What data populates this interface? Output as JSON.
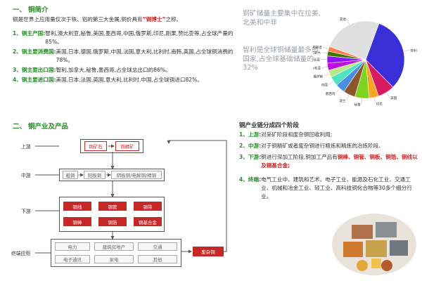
{
  "section1": {
    "num": "一、",
    "title": "铜简介"
  },
  "intro": {
    "before": "铜是世界上应用量仅次于铁、铝的第三大金属,铜价具有",
    "highlight": "“铜博士”",
    "after": "之称。"
  },
  "facts": [
    {
      "label": "1、铜主产国:",
      "text": "智利,澳大利亚,秘鲁,美国,墨西哥,中国,俄罗斯,印尼,刚果,赞比亚等,占全球产量的85%。"
    },
    {
      "label": "2、铜主要消费国:",
      "text": "美国,日本,德国,俄罗斯,中国,法国,意大利,比利时,南韩,英国,占全球铜消费的78%。"
    },
    {
      "label": "3、铜主要出口国:",
      "text": "智利,加拿大,秘鲁,墨西哥,占全球总出口的86%。"
    },
    {
      "label": "4、铜主要进口国:",
      "text": "美国,日本,法国,英国,意大利,比利时,中国,占全球铜进口82%。"
    }
  ],
  "pie_text": {
    "title": "铜矿储量主要集中在拉美,北美和中非",
    "sub": "智利是全球铜储量最多的国家,占全球基础储量的32%"
  },
  "chart_data": {
    "type": "pie",
    "title": "",
    "labels": [
      "智利",
      "美国",
      "印尼",
      "秘鲁",
      "波兰",
      "墨西哥",
      "中国",
      "俄罗斯",
      "澳大利亚",
      "赞比亚",
      "加拿大",
      "哈萨克斯坦",
      "其他"
    ],
    "values": [
      32,
      7,
      4,
      6,
      5,
      4,
      4,
      3,
      3,
      3,
      2,
      2,
      25
    ],
    "colors": [
      "#3a2fd6",
      "#d81b60",
      "#f5a623",
      "#7ed321",
      "#8b572a",
      "#4a90e2",
      "#50e3c2",
      "#b8e986",
      "#bd10e0",
      "#9013fe",
      "#417505",
      "#ff7f50",
      "#e0e0e0"
    ]
  },
  "section2": {
    "num": "二、",
    "title": "铜产业及产品"
  },
  "flow": {
    "rows": {
      "up": "上游",
      "mid": "中游",
      "down": "下游",
      "end": "终端应用"
    },
    "up_boxes": [
      "铜矿石",
      "铜精矿"
    ],
    "mid_boxes": [
      "粗铜",
      "阳极铜",
      "阴极铜/电解铜/精铜"
    ],
    "down_boxes": [
      "铜线",
      "铜管",
      "铜带",
      "铜棒",
      "铜箔",
      "铜基合金"
    ],
    "end_boxes": [
      "电力",
      "建筑房地产",
      "交通",
      "电子通讯",
      "家电",
      "其他"
    ],
    "scrap": "废杂铜"
  },
  "stages": {
    "title": "铜产业链分成四个阶段",
    "items": [
      {
        "label": "1、上游:",
        "text": "对采矿阶段和废杂铜回收利用;"
      },
      {
        "label": "2、中游:",
        "text": "对于铜精矿或者废杂铜进行粗炼和精炼的冶炼阶段、"
      },
      {
        "label": "3、下游:",
        "text": "铜进行深加工阶段,铜加工产品有",
        "red": "铜棒、铜管、铜板、铜箔、铜线以及铜基合金;"
      },
      {
        "label": "4、终端:",
        "text": "电气工业中、建筑和艺术、电子工业、能源及石化工业、交通工业、机械和冶金工业、轻工业、高科技铜化合物等30多个细分行业。"
      }
    ]
  }
}
